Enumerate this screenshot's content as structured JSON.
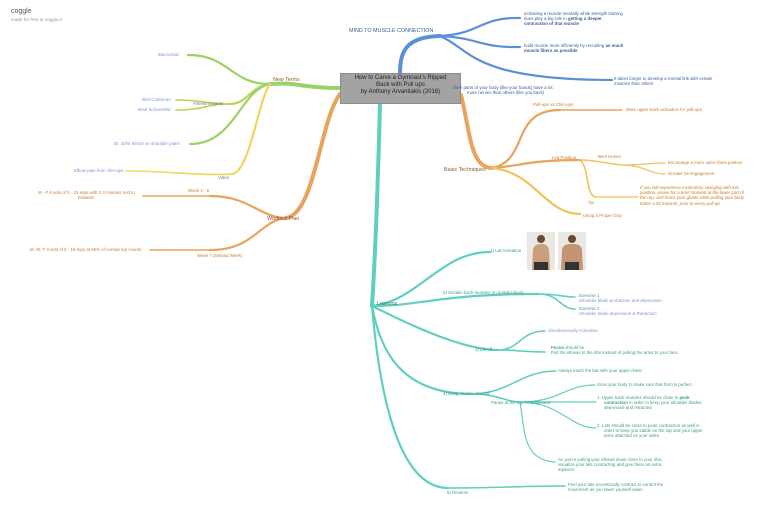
{
  "logo": {
    "name": "coggle",
    "subtitle": "made for free at coggle.it"
  },
  "central": {
    "line1": "How to Carve a Gymnast's Ripped",
    "line2": "Back with Pull ups",
    "line3": "by Anthony Arvanitakis (2016)"
  },
  "central_note": {
    "line1": "Sore parts of your body (like your hands) have a lot",
    "line2": "more nerves than others (like you back)"
  },
  "mind": {
    "label": "MIND TO MUSCLE CONNECTION",
    "n1": {
      "l1": "activating a muscle mentally while strength training",
      "l2a": "does play a big role in ",
      "l2b": "getting a deeper",
      "l3": "contraction of that muscle"
    },
    "n2": {
      "l1a": "build muscle more efficiently by recruiting ",
      "l1b": "as much",
      "l2": "muscle fibers as possible"
    },
    "n3": {
      "l1": "It takes longer to develop a mental link with certain",
      "l2": "muscles than others"
    }
  },
  "new_terms": {
    "label": "New Terms",
    "biacromial": "Biacromial",
    "fitness_experts": "Fitness Experts",
    "bret": "Bret Contreras",
    "brad": "Brad Schoenfeld",
    "kirsch": "Dr. John Kirsch on shoulder pains",
    "video": "Video",
    "elbow_pain": "Elbow pain from chin-ups"
  },
  "workout": {
    "label": "Workout Plan",
    "week1": "Week 1 - 6",
    "week1_note_l1": "M - F 6 sets of 5 - 15 reps with 2-3 minutes rest in",
    "week1_note_l2": "between",
    "week7": "Week 7 (Deload Week)",
    "week7_note": "M, W, F 3 sets of 5 - 15 reps at 60% of normal rep counts"
  },
  "basic": {
    "label": "Basic Techniques",
    "pullups": "Pull-ups vs Chin-ups",
    "upper_back": "More upper-back activation for pull-ups",
    "leg_position": "Leg Position",
    "bent_knees": "Bent Knees",
    "encourage": "Encourage a more open chest posture",
    "greater": "Greater lat engagement",
    "tip": "Tip",
    "tip_text": [
      "If you still experience involuntary swinging with this",
      "position, pause for a brief moment at the lower part of",
      "the rep, and brace your glutes while pulling your body",
      "better a lot towards, prior to every pull-up"
    ],
    "grip": "Using a Proper Grip"
  },
  "lessons": {
    "label": "Lessons",
    "lat": "1) Lat Activation",
    "sustain": "2) Sustain back muscles on (initialization)",
    "ex1": "Exercise 1",
    "ex1_note": "Shoulder blade protraction and depression",
    "ex2": "Exercise 2",
    "ex2_note": "Shoulder blade depression & Retraction",
    "liftoff": "3) Lift off",
    "simultaneous": "Simultaneously Activation",
    "focus_bold": "Focus",
    "focus_rest": " should be",
    "pull_elbows": "Pull the elbows to the ribs instead of pulling the arms to your face",
    "bring": "4) Bring chest to the bar",
    "always": "Always touch the bar with your upper chest",
    "pause": "Pause at the top for a moment",
    "scan": "Scan your body to make sure that form is perfect",
    "item1": {
      "l1a": "1.   Upper back muscles should be close to ",
      "l1b": "peak",
      "l2a": "contraction",
      "l2b": " in order to keep your shoulder blades",
      "l3": "depressed and retracted"
    },
    "item2": {
      "l1": "2.   Lats should be close to peak contraction as well in",
      "l2": "order to keep you stable on the top and your upper",
      "l3": "arms attached on your sides"
    },
    "elbows": [
      "As you're pulling your elbows down close to your ribs,",
      "visualize your lats contracting and give them an extra",
      "squeeze"
    ],
    "reverse": "5) Reverse",
    "reverse_note": [
      "Feel your lats eccentrically contract to control the",
      "movement as you lower yourself down"
    ]
  },
  "colors": {
    "blue": "#5b8fd6",
    "orange": "#e8a35c",
    "teal": "#5fcfc0",
    "green": "#9bd266",
    "yellow": "#f2d65a",
    "central_box": "#a3a3a3"
  }
}
